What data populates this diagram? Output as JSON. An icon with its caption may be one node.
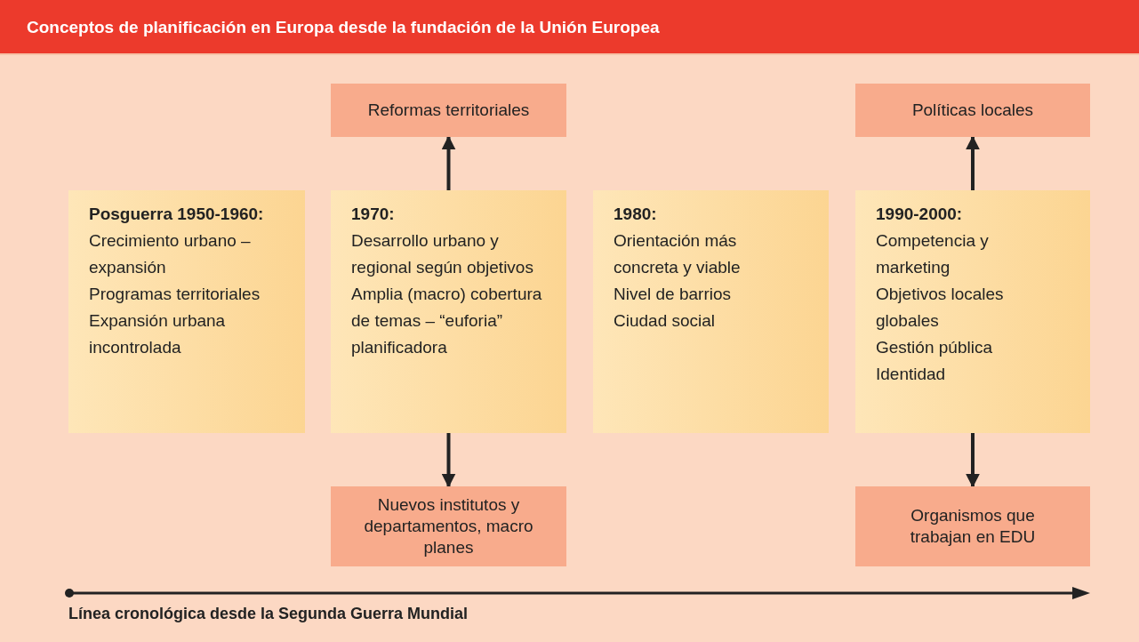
{
  "diagram": {
    "title": "Conceptos de planificación en Europa desde la fundación de la Unión Europea",
    "nodes": [
      {
        "text": [
          "Reformas territoriales"
        ]
      },
      {
        "text": [
          "Políticas locales"
        ]
      },
      {
        "text": [
          "Posguerra 1950-1960:",
          "Crecimiento urbano – expansión",
          "Programas territoriales",
          "Expansión urbana incontrolada"
        ]
      },
      {
        "text": [
          "1970:",
          "Desarrollo urbano y regional según objetivos",
          "Amplia (macro) cobertura de temas – “euforia” planificadora"
        ]
      },
      {
        "text": [
          "1980:",
          "Orientación más concreta y viable",
          "Nivel de barrios",
          "Ciudad social"
        ]
      },
      {
        "text": [
          "1990-2000:",
          "Competencia y marketing",
          "Objetivos locales globales",
          "Gestión pública",
          "Identidad"
        ]
      },
      {
        "text": [
          "Nuevos institutos y departamentos, macro planes"
        ]
      },
      {
        "text": [
          "Organismos que trabajan en EDU"
        ]
      }
    ],
    "edges": [
      {
        "from": 3,
        "to": 0,
        "arrow": "to"
      },
      {
        "from": 3,
        "to": 6,
        "arrow": "to"
      },
      {
        "from": 5,
        "to": 1,
        "arrow": "to"
      },
      {
        "from": 5,
        "to": 7,
        "arrow": "to"
      }
    ],
    "labels": [
      "Línea cronológica desde la Segunda Guerra Mundial"
    ]
  }
}
